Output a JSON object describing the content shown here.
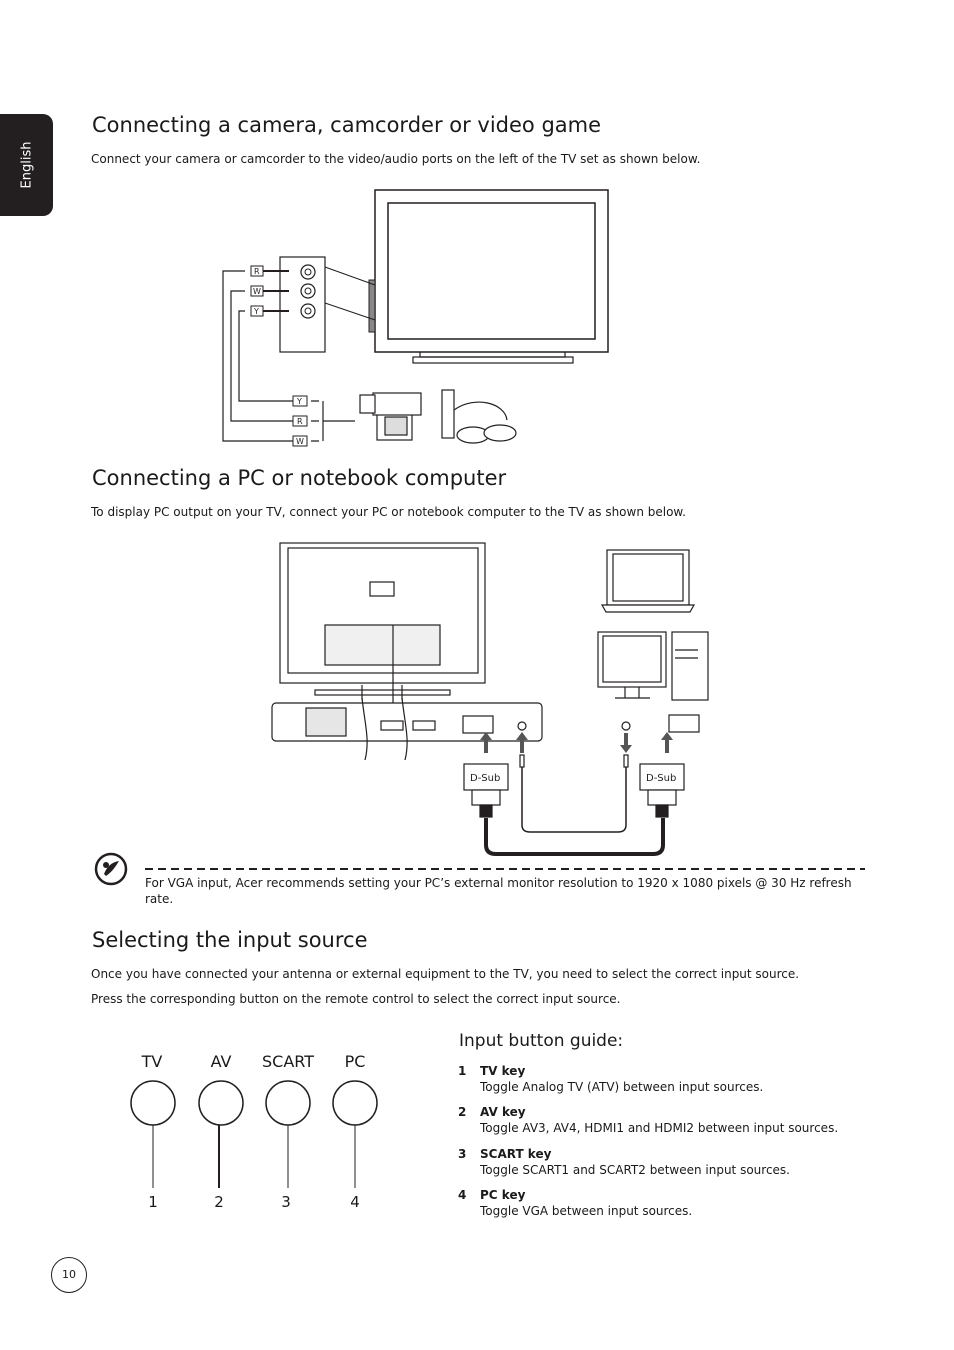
{
  "side_tab": {
    "label": "English"
  },
  "section_camera": {
    "title": "Connecting a camera, camcorder or video game",
    "body": "Connect your camera or camcorder to the video/audio ports on the left of the TV set as shown below.",
    "cable_labels": [
      "R",
      "W",
      "Y"
    ],
    "plug_labels": [
      "Y",
      "R",
      "W"
    ]
  },
  "section_pc": {
    "title": "Connecting a PC or notebook computer",
    "body": "To display PC output on your TV, connect your PC or notebook computer to the TV as shown below.",
    "connector_left": "D-Sub",
    "connector_right": "D-Sub"
  },
  "note": {
    "text": "For VGA input, Acer recommends setting your PC’s external monitor resolution to 1920 x 1080 pixels @ 30 Hz refresh rate."
  },
  "section_input": {
    "title": "Selecting the input source",
    "body1": "Once you have connected your antenna or external equipment to the TV, you need to select the correct input source.",
    "body2": "Press the corresponding button on the remote control to select the correct input source.",
    "buttons": [
      {
        "label": "TV",
        "number": "1"
      },
      {
        "label": "AV",
        "number": "2"
      },
      {
        "label": "SCART",
        "number": "3"
      },
      {
        "label": "PC",
        "number": "4"
      }
    ],
    "guide_title": "Input button guide:",
    "guide": [
      {
        "num": "1",
        "key": "TV key",
        "desc": "Toggle Analog TV (ATV) between input sources."
      },
      {
        "num": "2",
        "key": "AV key",
        "desc": "Toggle AV3, AV4, HDMI1 and HDMI2 between input sources."
      },
      {
        "num": "3",
        "key": "SCART key",
        "desc": "Toggle SCART1 and SCART2 between input sources."
      },
      {
        "num": "4",
        "key": "PC key",
        "desc": "Toggle VGA between input sources."
      }
    ]
  },
  "page": {
    "number": "10"
  }
}
